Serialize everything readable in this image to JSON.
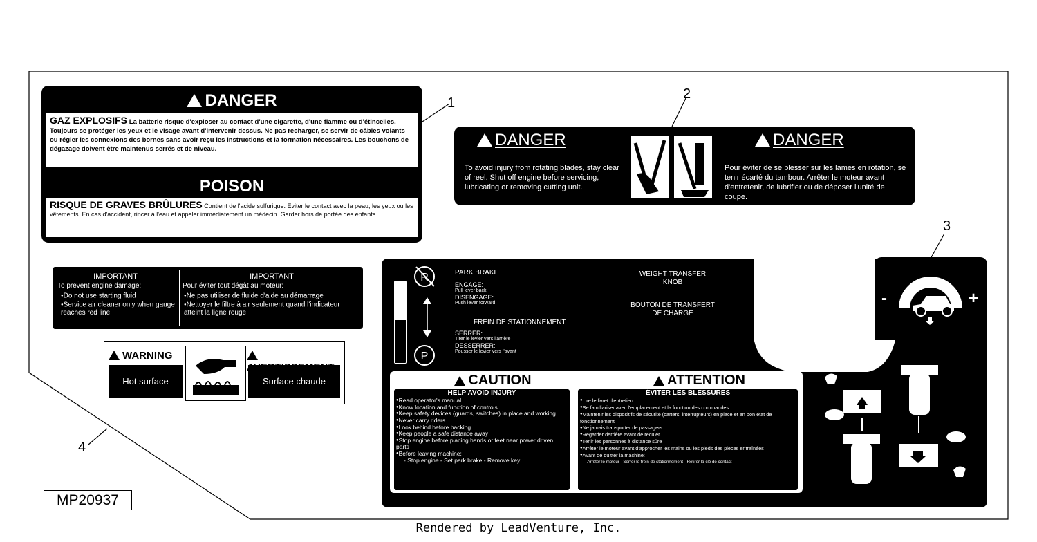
{
  "callouts": [
    "1",
    "2",
    "3",
    "4"
  ],
  "part_number": "MP20937",
  "footer": "Rendered by LeadVenture, Inc.",
  "decal1": {
    "danger_header": "DANGER",
    "gaz_title": "GAZ EXPLOSIFS",
    "gaz_text": "La batterie risque d'exploser au contact d'une cigarette, d'une flamme ou d'étincelles. Toujours se protéger les yeux et le visage avant d'intervenir dessus. Ne pas recharger, se servir de câbles volants ou régler les connexions des bornes sans avoir reçu les instructions et la formation nécessaires. Les bouchons de dégazage doivent être maintenus serrés et de niveau.",
    "poison_header": "POISON",
    "burn_title": "RISQUE DE GRAVES BRÛLURES",
    "burn_text": "Contient de l'acide sulfurique. Éviter le contact avec la peau, les yeux ou les vêtements. En cas d'accident, rincer à l'eau et appeler immédiatement un médecin. Garder hors de portée des enfants."
  },
  "decal2": {
    "left_header": "DANGER",
    "left_text": "To avoid injury from rotating blades, stay clear of reel. Shut off engine before servicing, lubricating or removing cutting unit.",
    "right_header": "DANGER",
    "right_text": "Pour éviter de se blesser sur les lames en rotation, se tenir écarté du tambour. Arrêter le moteur avant d'entretenir, de lubrifier ou de déposer l'unité de coupe."
  },
  "important": {
    "left_title": "IMPORTANT",
    "left_sub": "To prevent engine damage:",
    "left_items": [
      "Do not use starting fluid",
      "Service air cleaner only when gauge reaches red line"
    ],
    "right_title": "IMPORTANT",
    "right_sub": "Pour éviter tout dégât au moteur:",
    "right_items": [
      "Ne pas utiliser de fluide d'aide au démarrage",
      "Nettoyer le filtre à air seulement quand l'indicateur atteint la ligne rouge"
    ]
  },
  "hot": {
    "warning": "WARNING",
    "avert": "AVERTISSEMENT",
    "hot_surface": "Hot surface",
    "surface_chaude": "Surface chaude"
  },
  "decal3": {
    "park_brake": "PARK BRAKE",
    "engage": "ENGAGE:",
    "pull_back": "Pull lever back",
    "disengage": "DISENGAGE:",
    "push_forward": "Push lever forward",
    "frein": "FREIN DE STATIONNEMENT",
    "serrer": "SERRER:",
    "tirer": "Tirer le levier vers l'arrière",
    "desserrer": "DESSERRER:",
    "pousser": "Pousser le levier vers l'avant",
    "weight1": "WEIGHT TRANSFER",
    "weight2": "KNOB",
    "bouton1": "BOUTON DE TRANSFERT",
    "bouton2": "DE CHARGE",
    "caution": "CAUTION",
    "help": "HELP AVOID INJURY",
    "help_items": [
      "Read operator's manual",
      "Know location and function of controls",
      "Keep safety devices (guards, switches) in place and working",
      "Never carry riders",
      "Look behind before backing",
      "Keep people a safe distance away",
      "Stop engine before placing hands or feet near power driven parts",
      "Before leaving machine:"
    ],
    "help_last": "- Stop engine   - Set park brake   - Remove key",
    "attention": "ATTENTION",
    "eviter": "ÉVITER LES BLESSURES",
    "eviter_items": [
      "Lire le livret d'entretien",
      "Se familiariser avec l'emplacement et la fonction des commandes",
      "Maintenir les dispositifs de sécurité (carters, interrupteurs) en place et en bon état de fonctionnement",
      "Ne jamais transporter de passagers",
      "Regarder derrière avant de reculer",
      "Tenir les personnes à distance sûre",
      "Arrêter le moteur avant d'approcher les mains ou les pieds des pièces entraînées",
      "Avant de quitter la machine:"
    ],
    "eviter_last": "- Arrêter le moteur   - Serrer le frein de stationnement   - Retirer la clé de contact",
    "minus": "-",
    "plus": "+"
  }
}
